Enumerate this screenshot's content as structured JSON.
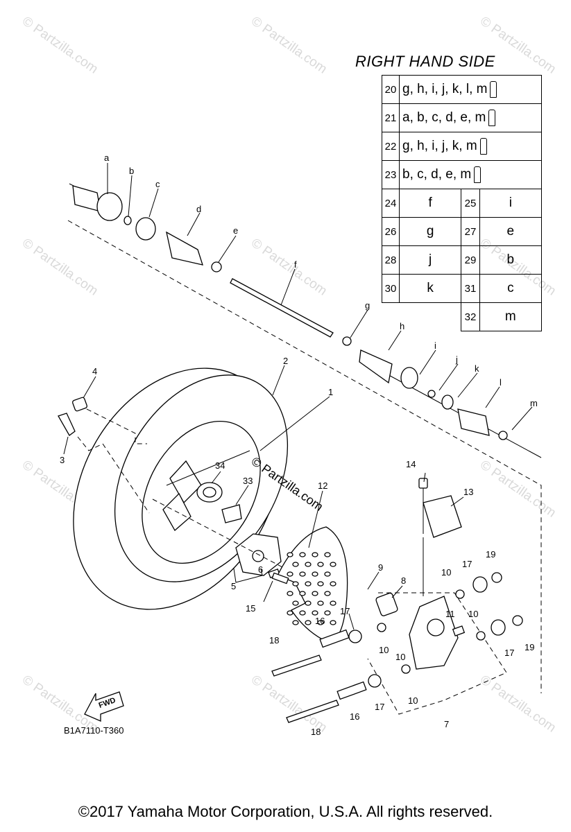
{
  "watermark": "© Partzilla.com",
  "center_watermark": "© Partzilla.com",
  "title": "RIGHT HAND SIDE",
  "kit_rows": [
    {
      "num": "20",
      "contents": "g, h, i, j, k, l, m"
    },
    {
      "num": "21",
      "contents": "a, b, c, d, e, m"
    },
    {
      "num": "22",
      "contents": "g, h, i, j, k, m"
    },
    {
      "num": "23",
      "contents": "b, c, d, e, m"
    }
  ],
  "pair_rows": [
    {
      "left_num": "24",
      "left_val": "f",
      "right_num": "25",
      "right_val": "i"
    },
    {
      "left_num": "26",
      "left_val": "g",
      "right_num": "27",
      "right_val": "e"
    },
    {
      "left_num": "28",
      "left_val": "j",
      "right_num": "29",
      "right_val": "b"
    },
    {
      "left_num": "30",
      "left_val": "k",
      "right_num": "31",
      "right_val": "c"
    },
    {
      "left_num": "",
      "left_val": "",
      "right_num": "32",
      "right_val": "m"
    }
  ],
  "callouts": {
    "a": "a",
    "b": "b",
    "c": "c",
    "d": "d",
    "e": "e",
    "f": "f",
    "g": "g",
    "h": "h",
    "i": "i",
    "j": "j",
    "k": "k",
    "l": "l",
    "m": "m",
    "n1": "1",
    "n2": "2",
    "n3": "3",
    "n4": "4",
    "n5": "5",
    "n6": "6",
    "n7": "7",
    "n8": "8",
    "n9": "9",
    "n10a": "10",
    "n10b": "10",
    "n10c": "10",
    "n10d": "10",
    "n10e": "10",
    "n11": "11",
    "n12": "12",
    "n13": "13",
    "n14": "14",
    "n15": "15",
    "n16a": "16",
    "n16b": "16",
    "n17a": "17",
    "n17b": "17",
    "n17c": "17",
    "n17d": "17",
    "n18a": "18",
    "n18b": "18",
    "n19a": "19",
    "n19b": "19",
    "n33": "33",
    "n34": "34"
  },
  "fwd_label": "FWD",
  "diagram_code": "B1A7110-T360",
  "copyright": "©2017  Yamaha Motor Corporation, U.S.A. All rights reserved."
}
